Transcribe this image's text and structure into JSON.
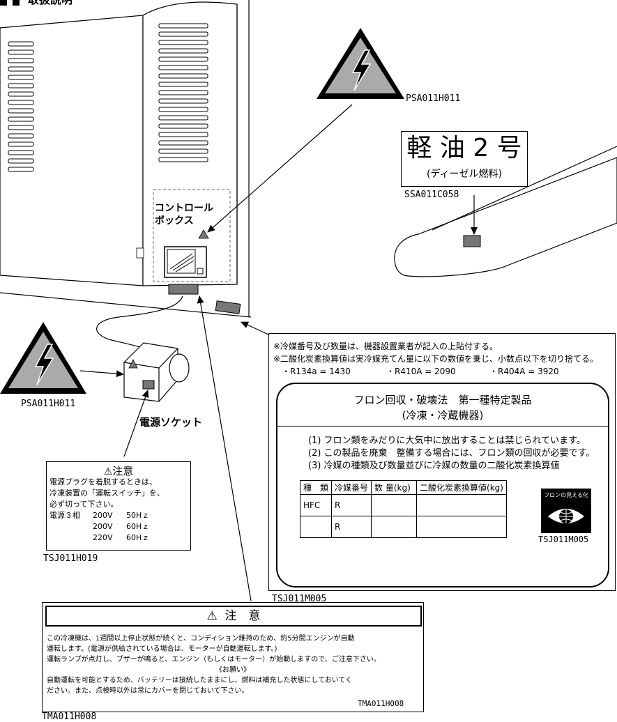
{
  "header_label": "取扱説明",
  "labels": {
    "control_box_line1": "コントロール",
    "control_box_line2": "ボックス",
    "power_socket": "電源ソケット"
  },
  "codes": {
    "psa_top": "PSA011H011",
    "psa_left": "PSA011H011",
    "ssa": "SSA011C058",
    "tsj_h019": "TSJ011H019",
    "tsj_m005_outer": "TSJ011M005",
    "tsj_m005_inner": "TSJ011M005",
    "tma_outer": "TMA011H008",
    "tma_inner": "TMA011H008"
  },
  "fuel_sign": {
    "title": "軽 油 2 号",
    "subtitle": "(ディーゼル燃料)"
  },
  "caution_small": {
    "title": "注意",
    "line1": "電源プラグを着脱するときは、",
    "line2": "冷凍装置の「運転スイッチ」を、",
    "line3": "必ず切って下さい。",
    "rows": [
      {
        "label": "電源３相",
        "voltage": "200V",
        "freq": "50Hｚ"
      },
      {
        "label": "",
        "voltage": "200V",
        "freq": "60Hｚ"
      },
      {
        "label": "",
        "voltage": "220V",
        "freq": "60Hｚ"
      }
    ]
  },
  "fluorocarbon_label": {
    "note1": "※冷媒番号及び数量は、機器設置業者が記入の上貼付する。",
    "note2": "※二酸化炭素換算値は実冷媒充てん量に以下の数値を乗じ、小数点以下を切り捨てる。",
    "gwp1": "・R134a = 1430",
    "gwp2": "・R410A = 2090",
    "gwp3": "・R404A = 3920",
    "title": "フロン回収・破壊法　第一種特定製品",
    "subtitle": "(冷凍・冷蔵機器)",
    "item1": "(1) フロン類をみだりに大気中に放出することは禁じられています。",
    "item2": "(2) この製品を廃棄　整備する場合には、フロン類の回収が必要です。",
    "item3": "(3) 冷媒の種類及び数量並びに冷媒の数量の二酸化炭素換算値",
    "table_headers": [
      "種　類",
      "冷媒番号",
      "数 量(kg)",
      "二酸化炭素換算値(kg)"
    ],
    "table_rows": [
      [
        "HFC",
        "R",
        "",
        ""
      ],
      [
        "",
        "R",
        "",
        ""
      ]
    ],
    "logo_text": "フロンの見える化"
  },
  "caution_big": {
    "title": "注　意",
    "line1": "この冷凍機は、1週間以上停止状態が続くと、コンディション維持のため、約5分間エンジンが自動",
    "line2": "運転します。(電源が供給されている場合は、モーターが自動運転します。)",
    "line3": "運転ランプが点灯し、ブザーが鳴ると、エンジン（もしくはモーター）が始動しますので、ご注意下さい。",
    "line4": "《お願い》",
    "line5": "自動運転を可能とするため、バッテリーは接続したままにし、燃料は補充した状態にしておいてく",
    "line6": "ださい。また、点検時以外は常にカバーを閉じておいて下さい。"
  }
}
